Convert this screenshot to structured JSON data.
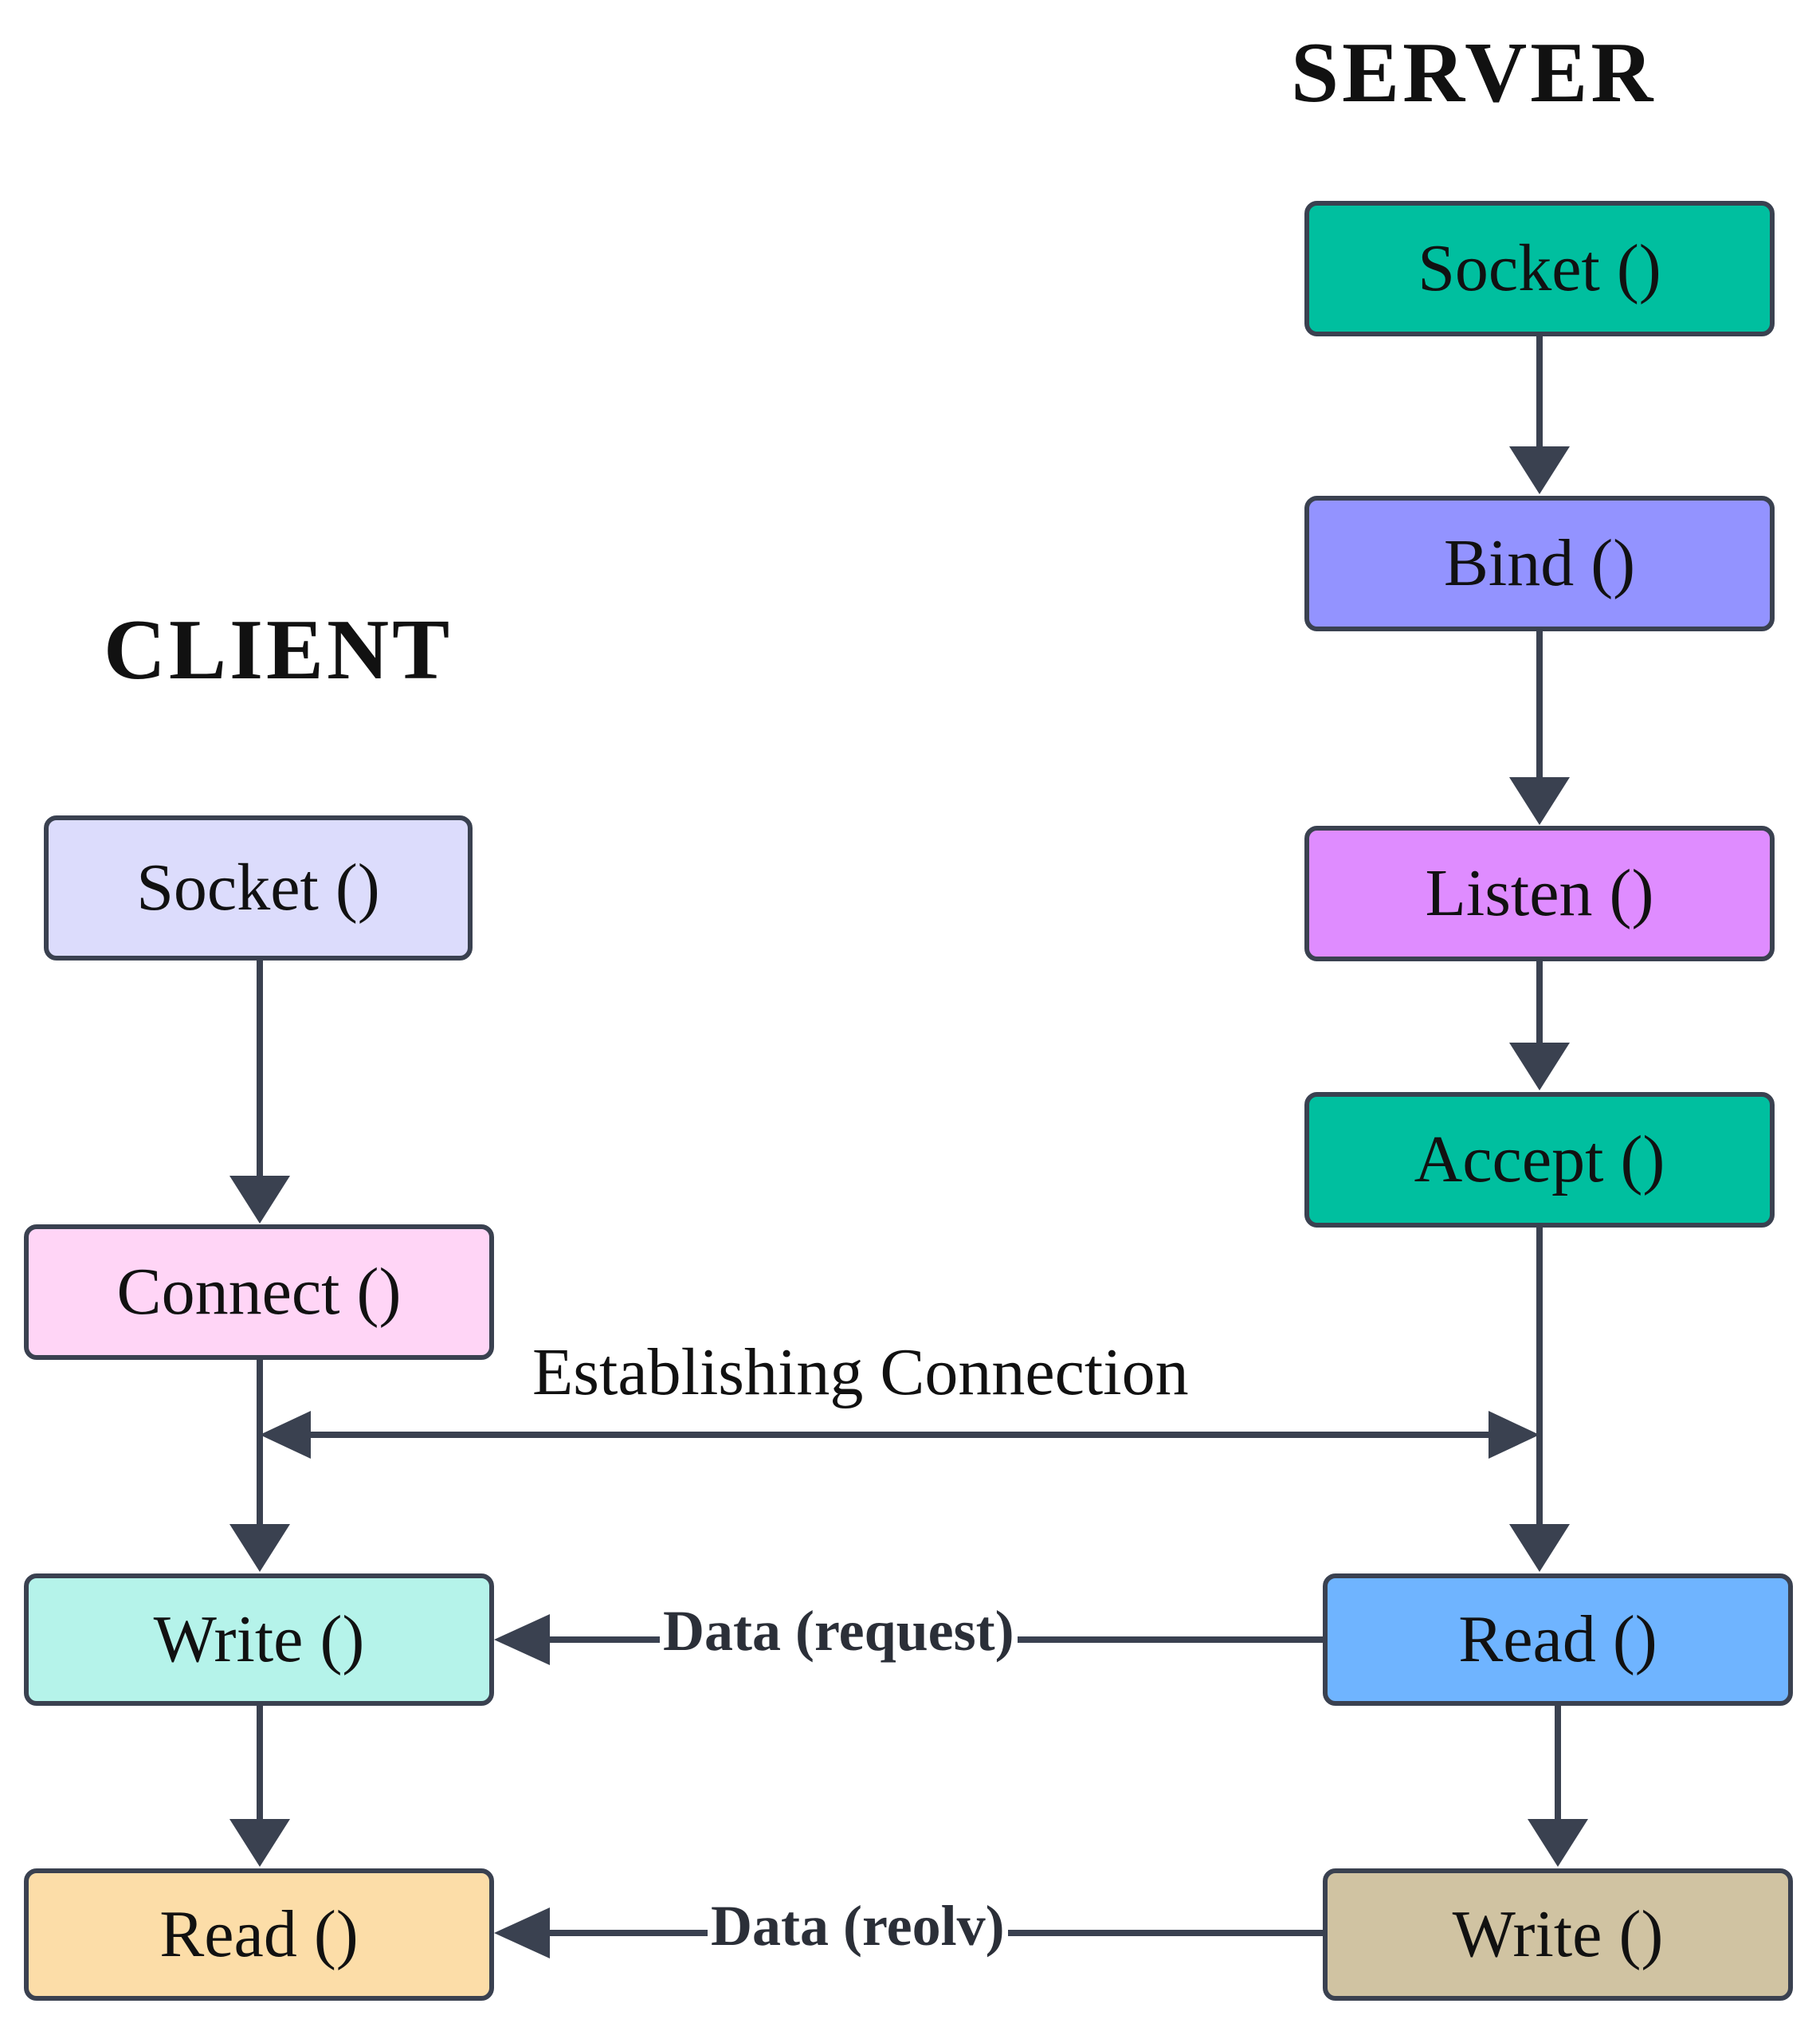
{
  "headings": {
    "server": "SERVER",
    "client": "CLIENT"
  },
  "server_nodes": {
    "socket": "Socket ()",
    "bind": "Bind ()",
    "listen": "Listen ()",
    "accept": "Accept ()",
    "read": "Read ()",
    "write": "Write ()"
  },
  "client_nodes": {
    "socket": "Socket ()",
    "connect": "Connect ()",
    "write": "Write ()",
    "read": "Read ()"
  },
  "edge_labels": {
    "establishing": "Establishing Connection",
    "data_request": "Data (request)",
    "data_reply": "Data (reolv)"
  },
  "colors": {
    "server_socket": "#00bf9f",
    "server_bind": "#9393ff",
    "server_listen": "#df8cff",
    "server_accept": "#00bf9f",
    "server_read": "#6fb4ff",
    "server_write": "#d0c3a2",
    "client_socket": "#dcdcfc",
    "client_connect": "#ffd5f6",
    "client_write": "#b5f3ea",
    "client_read": "#fcdda8",
    "stroke": "#3a4150"
  }
}
